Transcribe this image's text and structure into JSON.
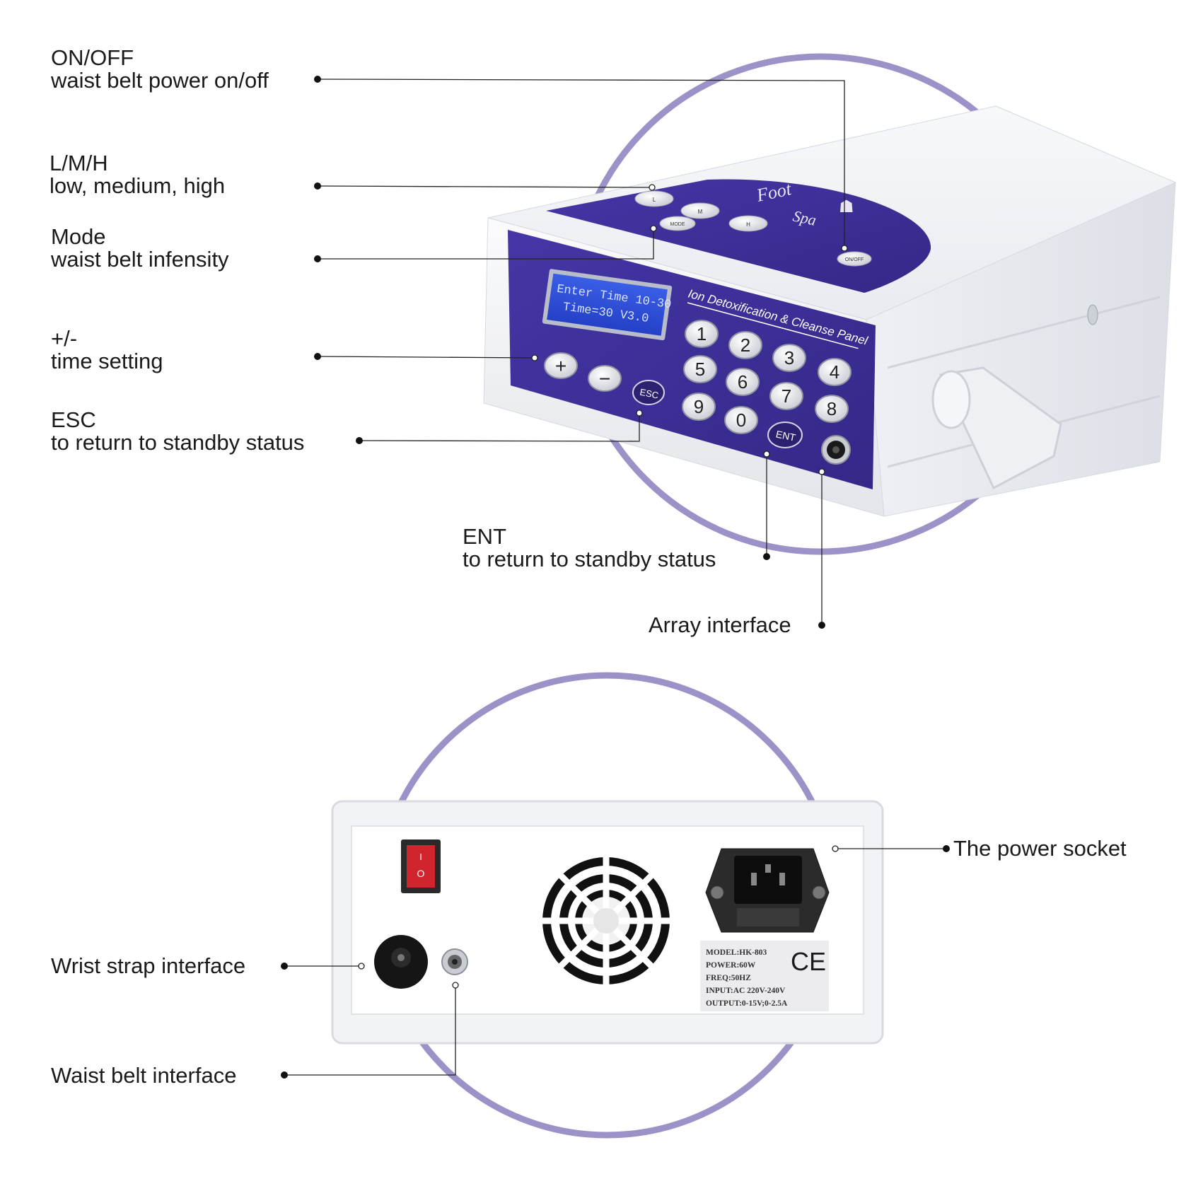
{
  "colors": {
    "accent": "#9d92c8",
    "panel": "#3f3298",
    "lcd": "#2f4fd8",
    "lcd_text": "#d8e4ff",
    "switch": "#d1242c",
    "leader": "#222222"
  },
  "callouts": {
    "onoff": {
      "title": "ON/OFF",
      "desc": "waist belt power on/off"
    },
    "lmh": {
      "title": "L/M/H",
      "desc": "low, medium, high"
    },
    "mode": {
      "title": "Mode",
      "desc": "waist belt infensity"
    },
    "time": {
      "title": "+/-",
      "desc": "time setting"
    },
    "esc": {
      "title": "ESC",
      "desc": "to return to standby status"
    },
    "ent": {
      "title": "ENT",
      "desc": "to return to standby status"
    },
    "array": {
      "desc": "Array interface"
    },
    "power_socket": {
      "desc": "The power socket"
    },
    "wrist": {
      "desc": "Wrist strap interface"
    },
    "waist": {
      "desc": "Waist belt interface"
    }
  },
  "device_front": {
    "brand_line1": "Foot",
    "brand_line2": "Spa",
    "panel_title": "Ion Detoxification & Cleanse Panel",
    "lcd_line1": "Enter Time 10-30",
    "lcd_line2": "Time=30   V3.0",
    "top_buttons": [
      "L",
      "M",
      "MODE",
      "H"
    ],
    "onoff_button": "ON/OFF",
    "keys": [
      "1",
      "2",
      "3",
      "4",
      "5",
      "6",
      "7",
      "8",
      "9",
      "0"
    ],
    "plus": "+",
    "minus": "−",
    "esc": "ESC",
    "ent": "ENT"
  },
  "device_back": {
    "switch_i": "I",
    "switch_o": "O",
    "ce_mark": "CE",
    "spec_lines": [
      "MODEL:HK-803",
      "POWER:60W",
      "FREQ:50HZ",
      "INPUT:AC 220V-240V",
      "OUTPUT:0-15V;0-2.5A"
    ]
  }
}
